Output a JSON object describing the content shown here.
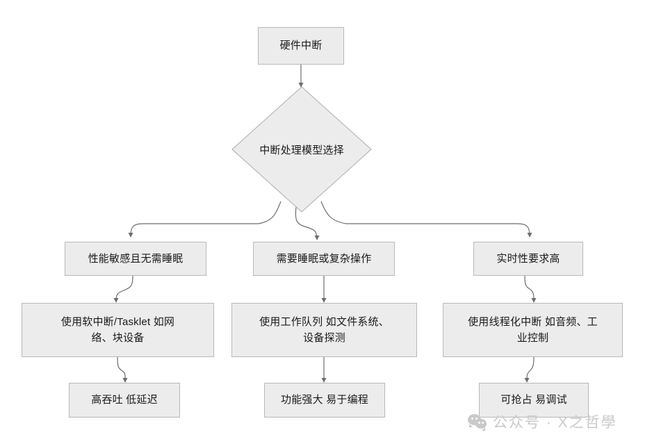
{
  "diagram": {
    "title_node": {
      "label": "硬件中断"
    },
    "decision": {
      "label": "中断处理模型选择"
    },
    "branches": [
      {
        "condition": "性能敏感且无需睡眠",
        "action": "使用软中断/Tasklet 如网\n络、块设备",
        "outcome": "高吞吐 低延迟"
      },
      {
        "condition": "需要睡眠或复杂操作",
        "action": "使用工作队列 如文件系统、\n设备探测",
        "outcome": "功能强大 易于编程"
      },
      {
        "condition": "实时性要求高",
        "action": "使用线程化中断 如音频、工\n业控制",
        "outcome": "可抢占 易调试"
      }
    ]
  },
  "watermark": {
    "text": "公众号 · X之哲學",
    "icon": "wechat-icon"
  },
  "colors": {
    "node_fill": "#ececec",
    "node_border": "#b8b8b8",
    "edge": "#6e6e6e",
    "text": "#1a1a1a",
    "watermark": "#c9c9c9",
    "background": "#ffffff"
  }
}
